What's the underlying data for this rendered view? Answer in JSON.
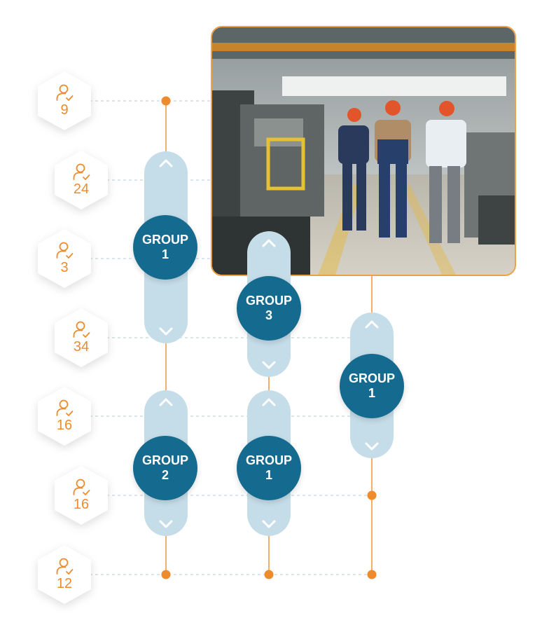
{
  "colors": {
    "accent": "#ee8b2c",
    "pill": "#c5dde8",
    "circle": "#156b8f",
    "dashed": "#c8d6dd"
  },
  "badges": [
    {
      "icon": "user-check-icon",
      "count": "9"
    },
    {
      "icon": "user-check-icon",
      "count": "24"
    },
    {
      "icon": "user-check-icon",
      "count": "3"
    },
    {
      "icon": "user-check-icon",
      "count": "34"
    },
    {
      "icon": "user-check-icon",
      "count": "16"
    },
    {
      "icon": "user-check-icon",
      "count": "16"
    },
    {
      "icon": "user-check-icon",
      "count": "12"
    }
  ],
  "groups": [
    {
      "word": "GROUP",
      "number": "1"
    },
    {
      "word": "GROUP",
      "number": "3"
    },
    {
      "word": "GROUP",
      "number": "1"
    },
    {
      "word": "GROUP",
      "number": "2"
    },
    {
      "word": "GROUP",
      "number": "1"
    }
  ],
  "photo": {
    "subject": "workers in hard hats walking through factory"
  }
}
